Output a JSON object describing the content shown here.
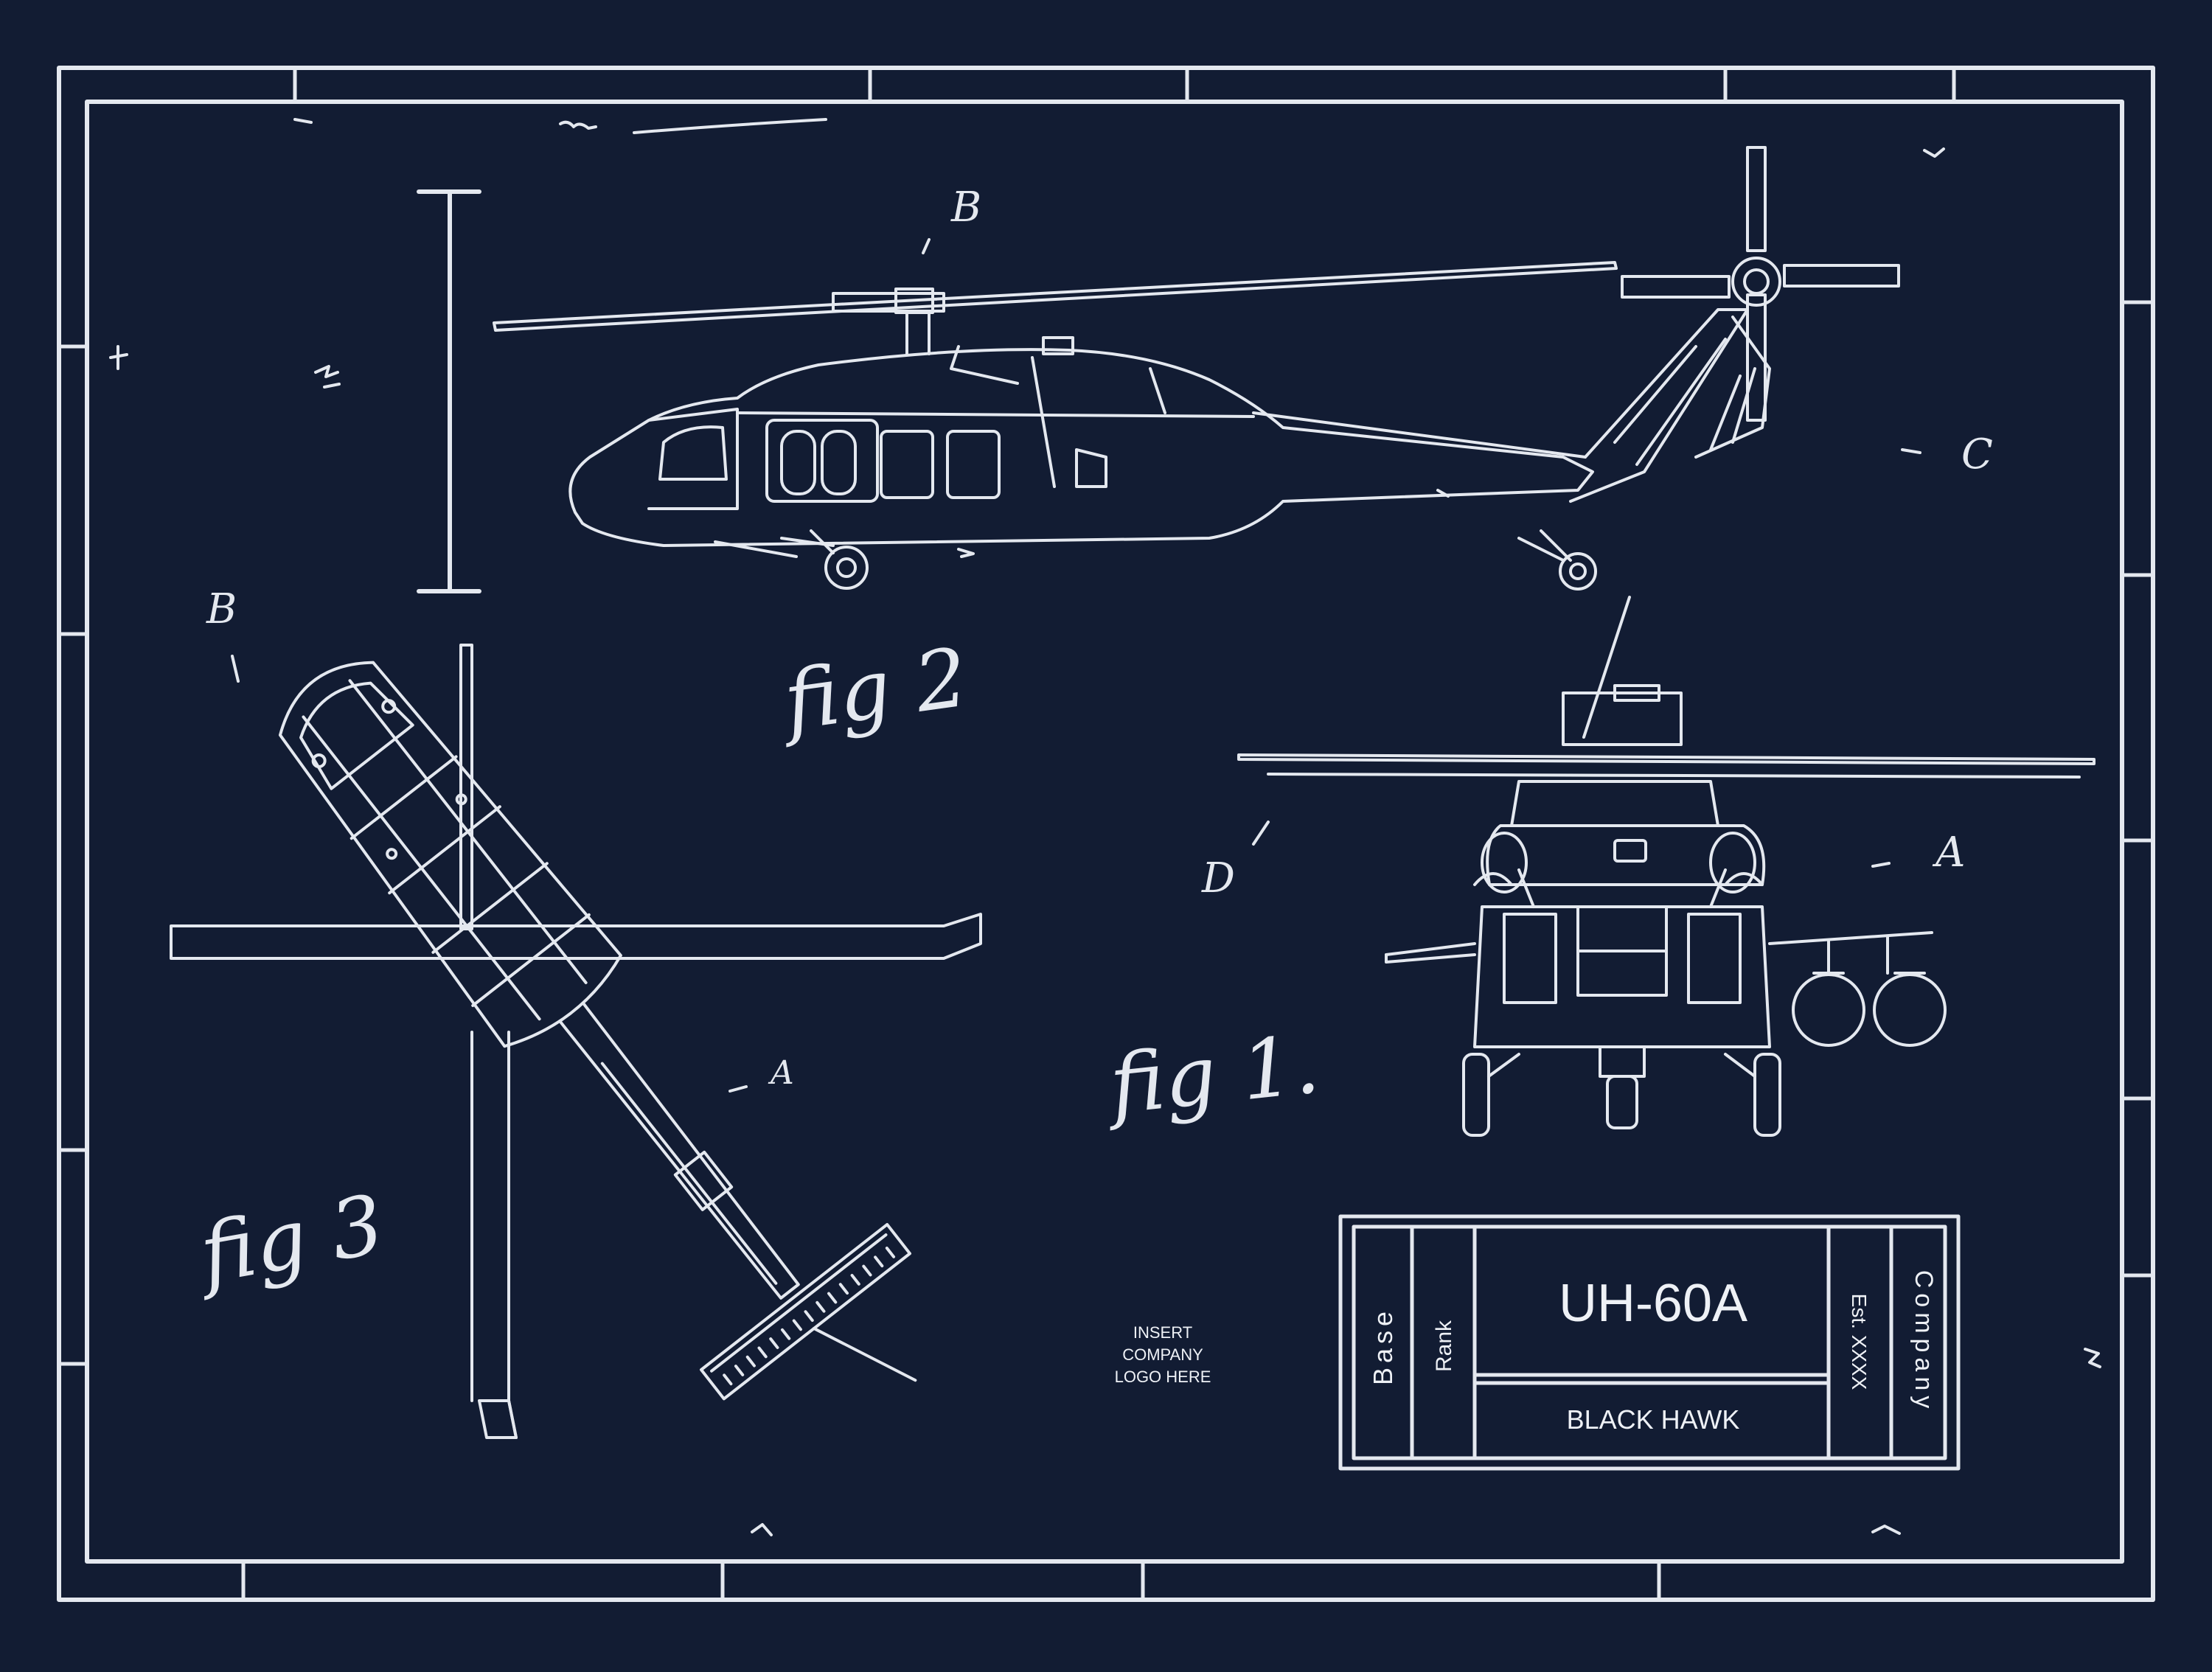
{
  "colors": {
    "background": "#121c33",
    "ink": "#e4e8ef"
  },
  "figures": {
    "fig1": "fig 1.",
    "fig2": "fig 2",
    "fig3": "fig 3"
  },
  "markers": {
    "a_front": "A",
    "a_top": "A",
    "b_side": "B",
    "b_top": "B",
    "c_side": "C",
    "d_front": "D"
  },
  "logo_placeholder": {
    "line1": "INSERT",
    "line2": "COMPANY",
    "line3": "LOGO HERE"
  },
  "title_block": {
    "base": "Base",
    "rank": "Rank",
    "model": "UH-60A",
    "name": "BLACK HAWK",
    "est": "Est. XXXX",
    "company": "Company"
  }
}
